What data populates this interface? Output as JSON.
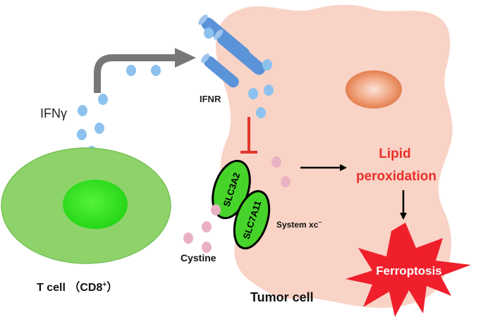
{
  "labels": {
    "ifng": "IFNγ",
    "ifnr": "IFNR",
    "slc3a2": "SLC3A2",
    "slc7a11": "SLC7A11",
    "system_xc": "System xc",
    "system_xc_sup": "−",
    "cystine": "Cystine",
    "lipid_line1": "Lipid",
    "lipid_line2": "peroxidation",
    "ferroptosis": "Ferroptosis",
    "tcell": "T cell （CD8",
    "tcell_sup": "+",
    "tcell_close": "）",
    "tumor": "Tumor cell"
  },
  "colors": {
    "ifng_dot": "#8dc2ee",
    "receptor": "#5a93d8",
    "tumor_fill": "#f9d3c6",
    "tcell_outer": "#8ed36a",
    "tcell_nucleus": "#33e21e",
    "transporter": "#47d42a",
    "cystine_dot": "#e9b2c3",
    "inhibit": "#e2362b",
    "lipid_text": "#e8302a",
    "burst": "#ef1f2c",
    "arrow_gray": "#777777"
  }
}
